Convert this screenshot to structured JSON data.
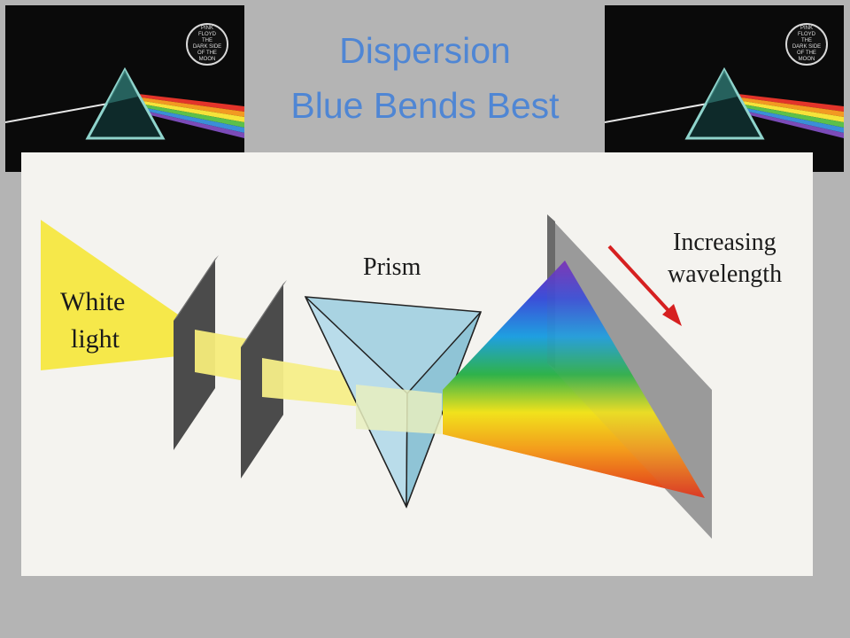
{
  "title": {
    "line1": "Dispersion",
    "line2": "Blue Bends Best"
  },
  "album_covers": [
    {
      "badge_lines": [
        "PINK",
        "FLOYD",
        "THE",
        "DARK SIDE",
        "OF THE",
        "MOON"
      ]
    },
    {
      "badge_lines": [
        "PINK",
        "FLOYD",
        "THE",
        "DARK SIDE",
        "OF THE",
        "MOON"
      ]
    }
  ],
  "diagram": {
    "white_light_label": [
      "White",
      "light"
    ],
    "prism_label": "Prism",
    "screen_label": [
      "Increasing",
      "wavelength"
    ],
    "colors": {
      "beam": "#f3e266",
      "prism": "#a9d3e2",
      "slit": "#4b4b4b",
      "arrow": "#d62020",
      "spectrum": [
        "#7a2fb8",
        "#3b4fd8",
        "#1f9fe0",
        "#2fb24a",
        "#f1e21c",
        "#f39a1c",
        "#e0321c"
      ]
    }
  }
}
